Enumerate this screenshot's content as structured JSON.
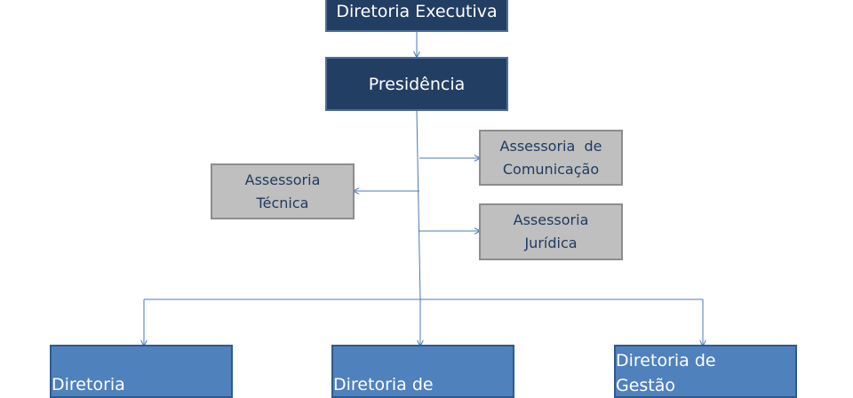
{
  "diagram": {
    "nodes": {
      "diretoria_executiva": {
        "label": "Diretoria Executiva"
      },
      "presidencia": {
        "label": "Presidência"
      },
      "assessoria_comunicacao": {
        "line1": "Assessoria  de",
        "line2": "Comunicação"
      },
      "assessoria_tecnica": {
        "line1": "Assessoria",
        "line2": "Técnica"
      },
      "assessoria_juridica": {
        "line1": "Assessoria",
        "line2": "Jurídica"
      },
      "diretoria_left": {
        "line1": "Diretoria",
        "line2": ""
      },
      "diretoria_center": {
        "line1": "Diretoria de",
        "line2": ""
      },
      "diretoria_gestao": {
        "line1": "Diretoria de",
        "line2": "Gestão"
      }
    },
    "colors": {
      "dark_box": "#233e63",
      "grey_box": "#bfbfbf",
      "blue_box": "#4f81bd",
      "connector": "#4a7ab4"
    }
  }
}
